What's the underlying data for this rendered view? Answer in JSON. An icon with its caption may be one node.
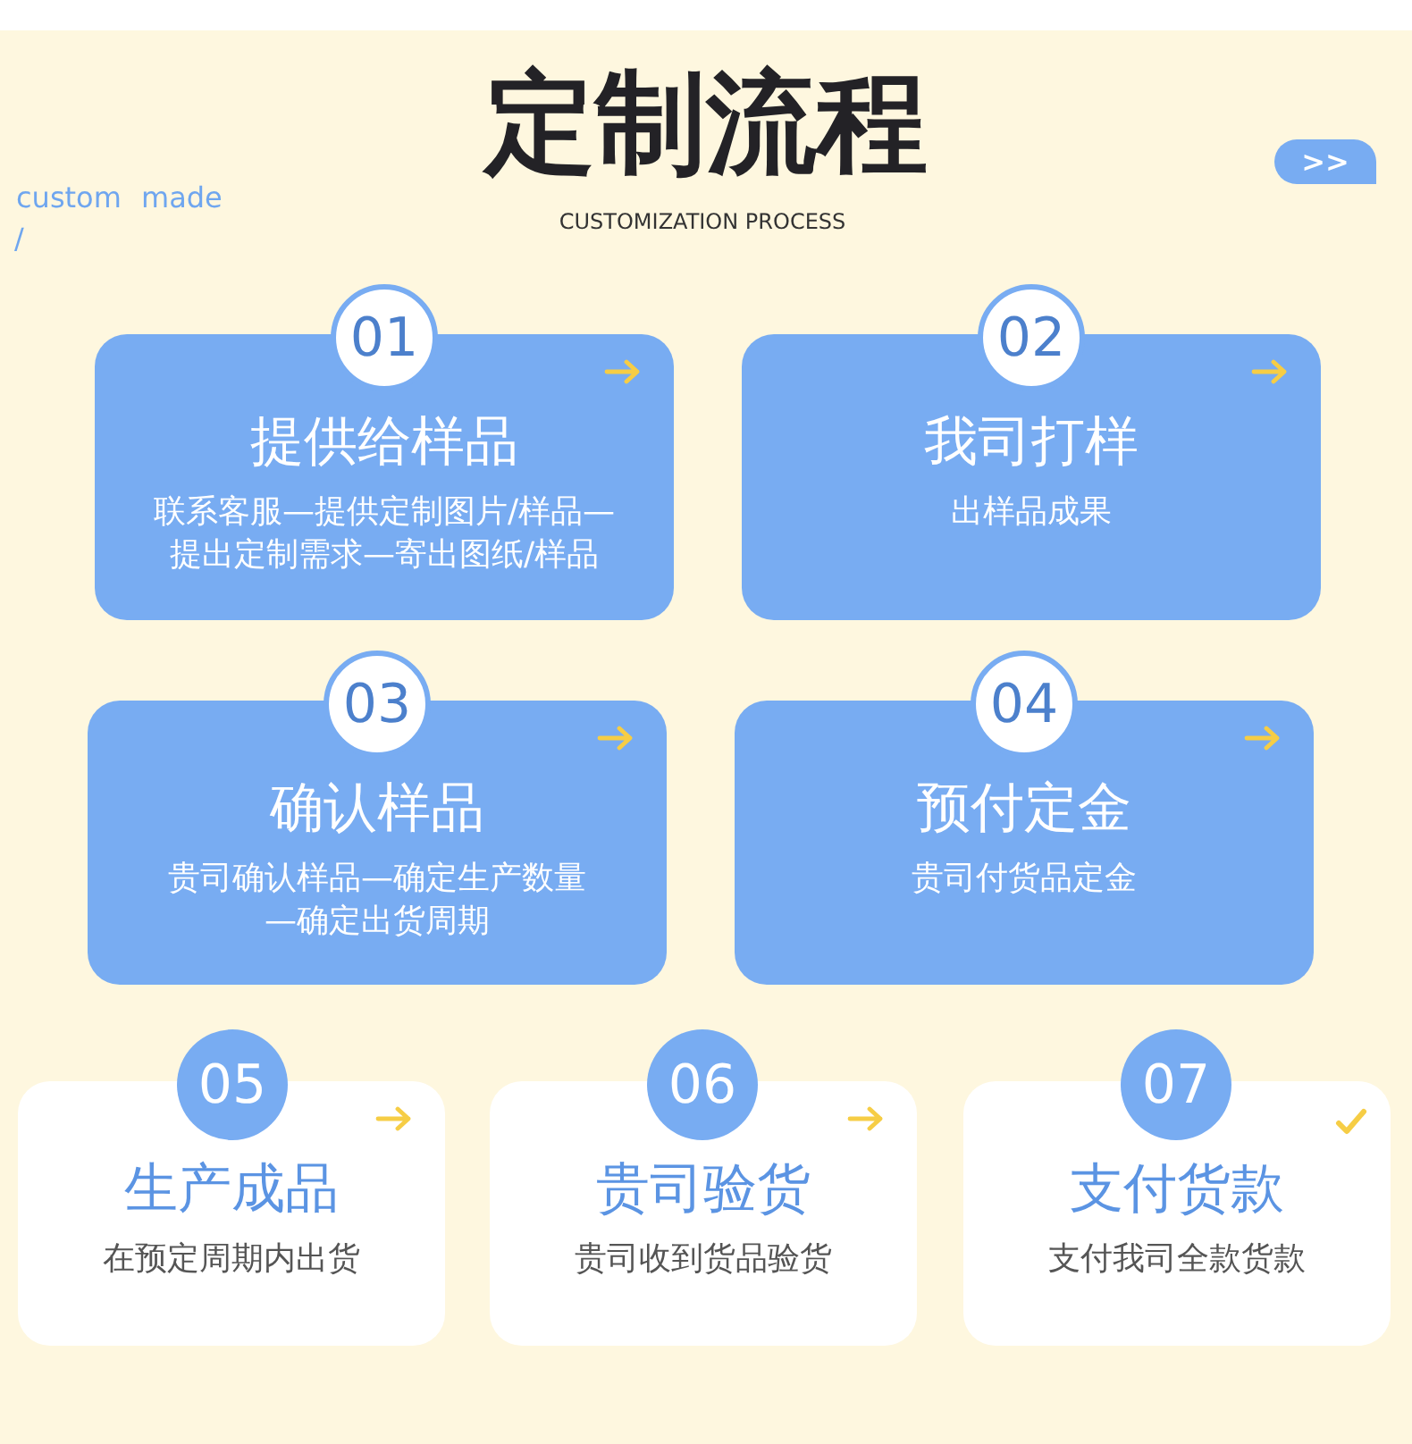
{
  "diagram": {
    "title": "定制流程",
    "nodes": [
      {
        "text": [
          ">>"
        ]
      },
      {
        "text": [
          "01"
        ]
      },
      {
        "text": [
          "提供给样品",
          "联系客服—提供定制图片/样品—提出定制需求—寄出图纸/样品"
        ]
      },
      {
        "text": [
          "02"
        ]
      },
      {
        "text": [
          "我司打样",
          "出样品成果"
        ]
      },
      {
        "text": [
          "03"
        ]
      },
      {
        "text": [
          "确认样品",
          "贵司确认样品—确定生产数量—确定出货周期"
        ]
      },
      {
        "text": [
          "04"
        ]
      },
      {
        "text": [
          "预付定金",
          "贵司付货品定金"
        ]
      },
      {
        "text": [
          "05"
        ]
      },
      {
        "text": [
          "生产成品",
          "在预定周期内出货"
        ]
      },
      {
        "text": [
          "06"
        ]
      },
      {
        "text": [
          "贵司验货",
          "贵司收到货品验货"
        ]
      },
      {
        "text": [
          "07"
        ]
      },
      {
        "text": [
          "支付货款",
          "支付我司全款货款"
        ]
      }
    ],
    "labels": [
      "custom made",
      "/",
      "CUSTOMIZATION PROCESS"
    ]
  }
}
